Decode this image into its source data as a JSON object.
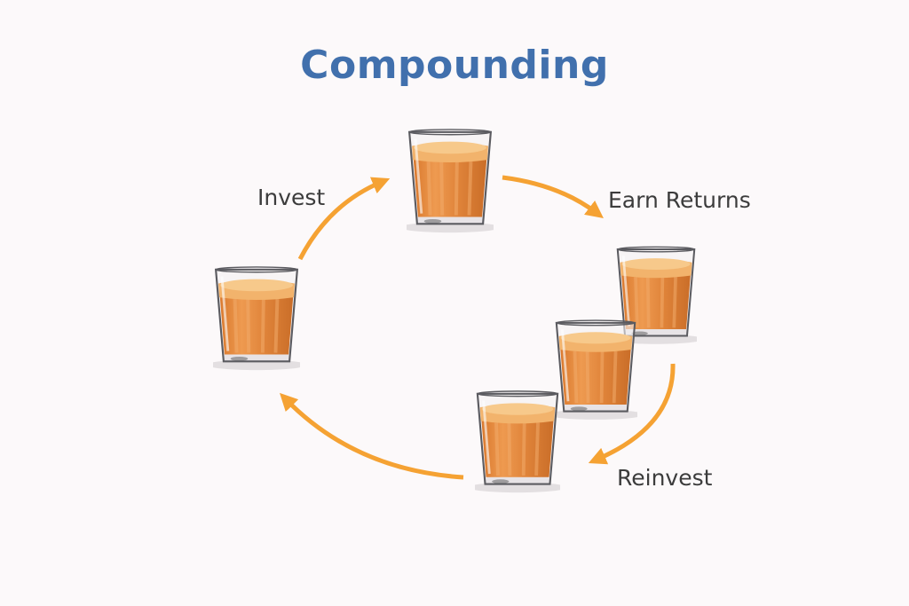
{
  "title": "Compounding",
  "steps": [
    {
      "label": "Invest"
    },
    {
      "label": "Earn Returns"
    },
    {
      "label": "Reinvest"
    }
  ],
  "colors": {
    "title": "#4170ad",
    "arrow": "#f5a233",
    "tea": "#e08a3c",
    "text": "#3c3c3c",
    "background": "#fcf9fa"
  }
}
